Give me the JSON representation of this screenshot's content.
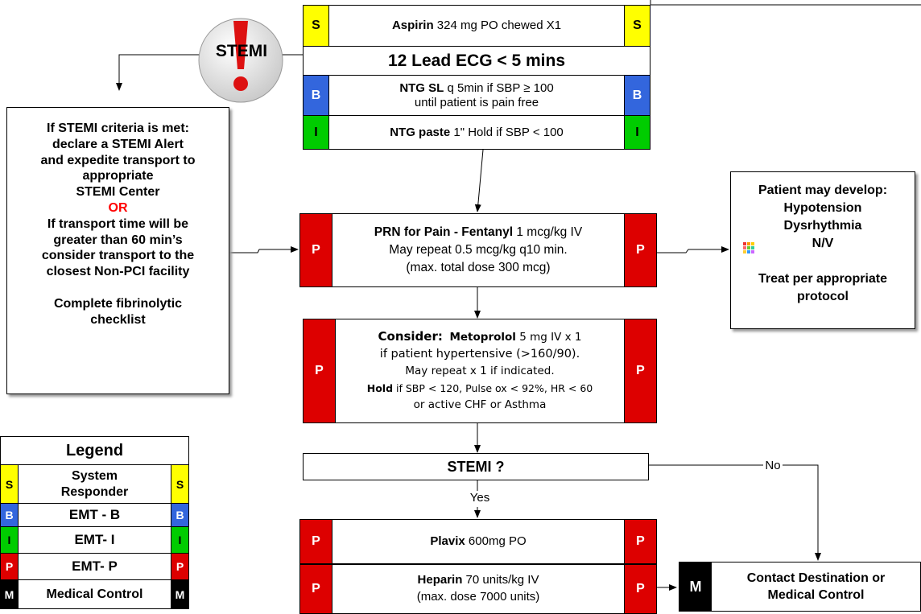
{
  "stemi_icon": {
    "label": "STEMI",
    "mark": "!"
  },
  "top_box": {
    "aspirin": {
      "bold": "Aspirin",
      "rest": " 324 mg PO chewed X1",
      "badge": "S"
    },
    "ecg": "12 Lead ECG  < 5 mins",
    "ntg_sl": {
      "bold": "NTG SL",
      "rest": " q 5min if SBP ≥ 100",
      "line2": "until patient is pain free",
      "badge": "B"
    },
    "ntg_paste": {
      "bold": "NTG paste",
      "rest": " 1\"  Hold if SBP < 100",
      "badge": "I"
    }
  },
  "left_box": {
    "lines": [
      "If STEMI criteria is met:",
      "declare a STEMI Alert",
      "and expedite transport to",
      "appropriate",
      "STEMI Center"
    ],
    "or": "OR",
    "lines2": [
      "If transport time will be",
      "greater than 60  min’s",
      "consider transport to the",
      "closest Non-PCI facility"
    ],
    "lines3": [
      "Complete fibrinolytic",
      "checklist"
    ]
  },
  "fentanyl_box": {
    "bold": "PRN for Pain - Fentanyl",
    "rest": " 1 mcg/kg IV",
    "line2": "May repeat 0.5 mcg/kg q10 min.",
    "line3": "(max. total dose 300 mcg)",
    "badge": "P"
  },
  "right_box": {
    "lines": [
      "Patient may develop:",
      "Hypotension",
      "Dysrhythmia",
      "N/V"
    ],
    "lines2": [
      "Treat per appropriate",
      "protocol"
    ]
  },
  "metoprolol_box": {
    "bold1": "Consider:",
    "bold2": "Metoprolol",
    "rest1": " 5 mg IV x 1",
    "line2": "if patient hypertensive (>160/90).",
    "line3": "May repeat x 1 if indicated.",
    "hold_bold": "Hold",
    "line4": " if SBP < 120, Pulse ox < 92%, HR < 60",
    "line5": "or active CHF or Asthma",
    "badge": "P"
  },
  "stemi_decision": {
    "label": "STEMI ?",
    "yes": "Yes",
    "no": "No"
  },
  "plavix_box": {
    "bold": "Plavix",
    "rest": " 600mg PO",
    "badge": "P"
  },
  "heparin_box": {
    "bold": "Heparin",
    "rest": " 70 units/kg IV",
    "line2": "(max. dose 7000 units)",
    "badge": "P"
  },
  "contact_box": {
    "line1": "Contact Destination or",
    "line2": "Medical Control",
    "badge": "M"
  },
  "legend": {
    "title": "Legend",
    "rows": [
      {
        "badge": "S",
        "label": "System Responder"
      },
      {
        "badge": "B",
        "label": "EMT - B"
      },
      {
        "badge": "I",
        "label": "EMT- I"
      },
      {
        "badge": "P",
        "label": "EMT- P"
      },
      {
        "badge": "M",
        "label": "Medical Control"
      }
    ]
  },
  "colors": {
    "S": "#ffff00",
    "B": "#3366dd",
    "I": "#00cc00",
    "P": "#dd0000",
    "M": "#000000",
    "or": "#ff0000"
  }
}
